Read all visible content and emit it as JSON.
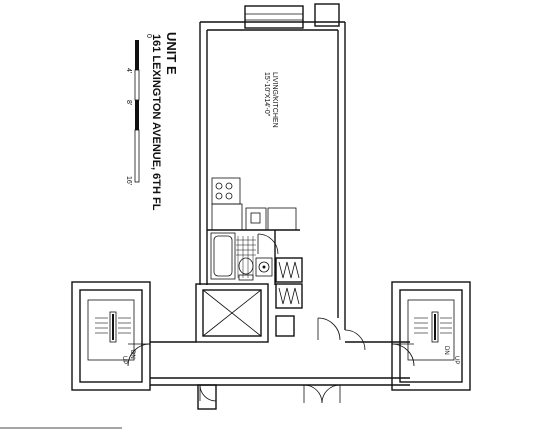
{
  "title": {
    "unit": "UNIT E",
    "address": "161 LEXINGTON AVENUE, 6TH FL"
  },
  "scale": {
    "ticks": [
      "0",
      "4'",
      "8'",
      "16'"
    ]
  },
  "rooms": {
    "living": {
      "name": "LIVING/KITCHEN",
      "dims": "15'-10\"X14'-0\""
    }
  },
  "stairs": {
    "left": {
      "up": "UP",
      "dn": "DN"
    },
    "right": {
      "up": "UP",
      "dn": "DN"
    }
  }
}
